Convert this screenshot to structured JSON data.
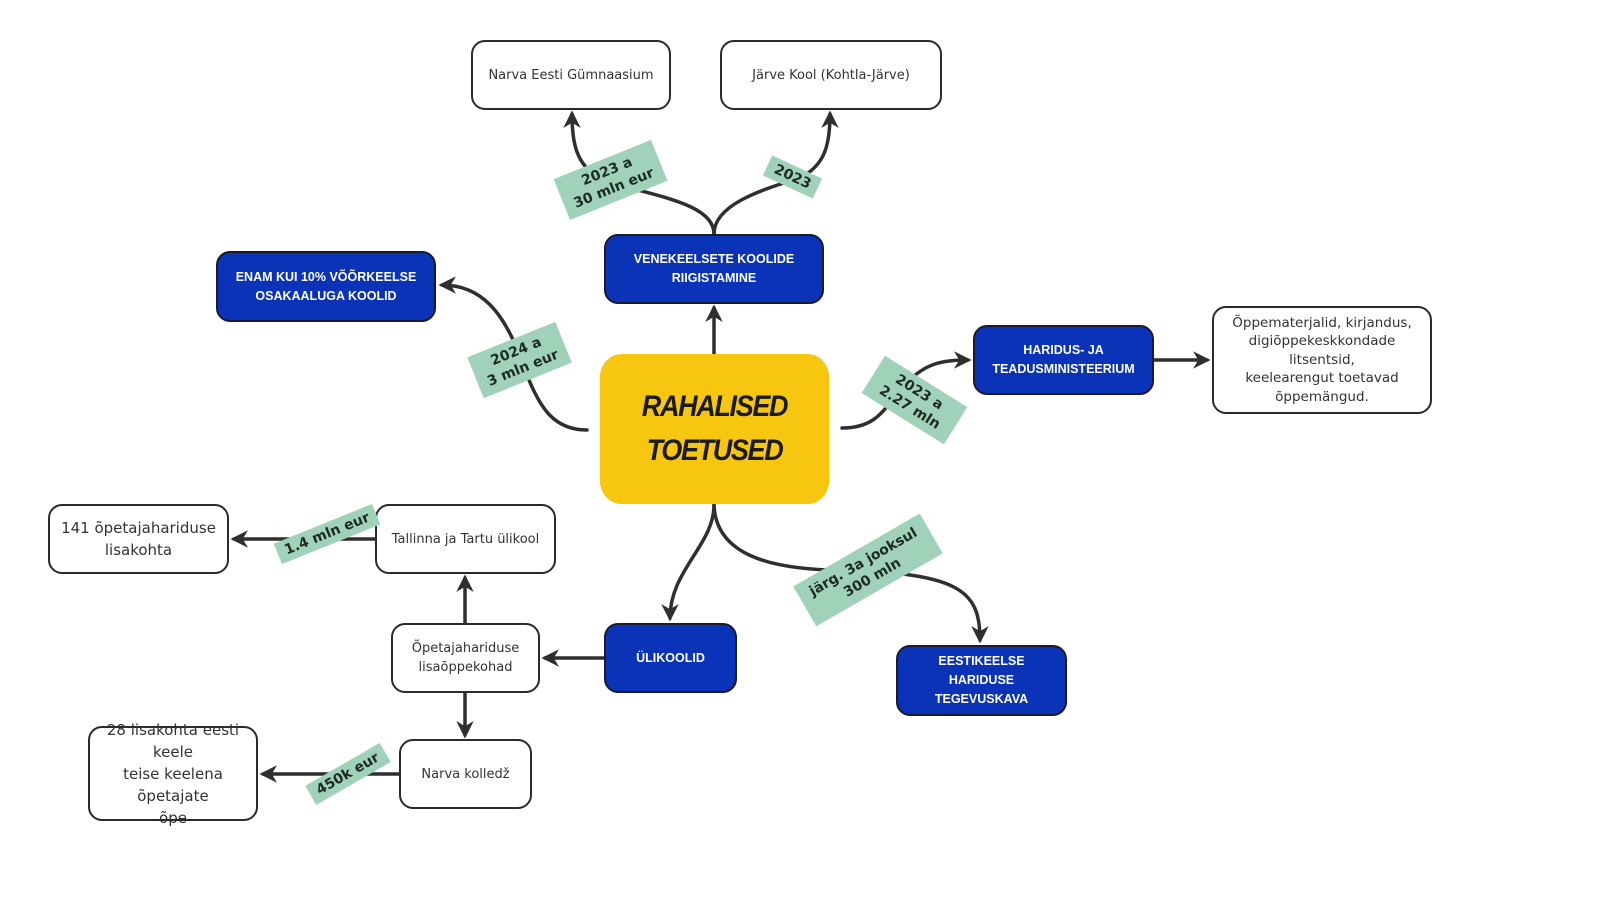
{
  "colors": {
    "center_fill": "#f7c611",
    "blue_node_fill": "#0a33b8",
    "label_fill": "#9fd2b8",
    "edge": "#2f2f2f"
  },
  "center": {
    "line1": "RAHALISED",
    "line2": "TOETUSED"
  },
  "nodes": {
    "venekeelsete": {
      "line1": "VENEKEELSETE KOOLIDE",
      "line2": "RIIGISTAMINE"
    },
    "narva_eesti_gymnaasium": {
      "text": "Narva Eesti Gümnaasium"
    },
    "jarve_kool": {
      "text": "Järve Kool (Kohtla-Järve)"
    },
    "enam_kui_10": {
      "line1": "ENAM KUI 10% VÕÕRKEELSE",
      "line2": "OSAKAALUGA KOOLID"
    },
    "haridus_ministeerium": {
      "line1": "HARIDUS- JA",
      "line2": "TEADUSMINISTEERIUM"
    },
    "oppematerjalid": {
      "line1": "Õppematerjalid, kirjandus,",
      "line2": "digiõppekeskkondade litsentsid,",
      "line3": "keelearengut toetavad",
      "line4": "õppemängud."
    },
    "ulikoolid": {
      "text": "ÜLIKOOLID"
    },
    "eestikeelse_tegevuskava": {
      "line1": "EESTIKEELSE HARIDUSE",
      "line2": "TEGEVUSKAVA"
    },
    "opetajahariduse_lisaoppekohad": {
      "line1": "Õpetajahariduse",
      "line2": "lisaõppekohad"
    },
    "tallinna_tartu": {
      "text": "Tallinna ja Tartu ülikool"
    },
    "narva_kolledz": {
      "text": "Narva kolledž"
    },
    "lisakohta_141": {
      "line1": "141 õpetajahariduse",
      "line2": "lisakohta"
    },
    "lisakohta_28": {
      "line1": "28 lisakohta eesti keele",
      "line2": "teise keelena õpetajate",
      "line3": "õpe"
    }
  },
  "edge_labels": {
    "narva_eesti": {
      "line1": "2023 a",
      "line2": "30 mln eur"
    },
    "jarve": {
      "line1": "2023"
    },
    "enam_kui": {
      "line1": "2024 a",
      "line2": "3 mln eur"
    },
    "ministeerium": {
      "line1": "2023 a",
      "line2": "2.27 mln"
    },
    "tegevuskava": {
      "line1": "järg. 3a jooksul",
      "line2": "300 mln"
    },
    "tallinna_tartu": {
      "line1": "1.4 mln eur"
    },
    "narva_kolledz": {
      "line1": "450k eur"
    }
  }
}
